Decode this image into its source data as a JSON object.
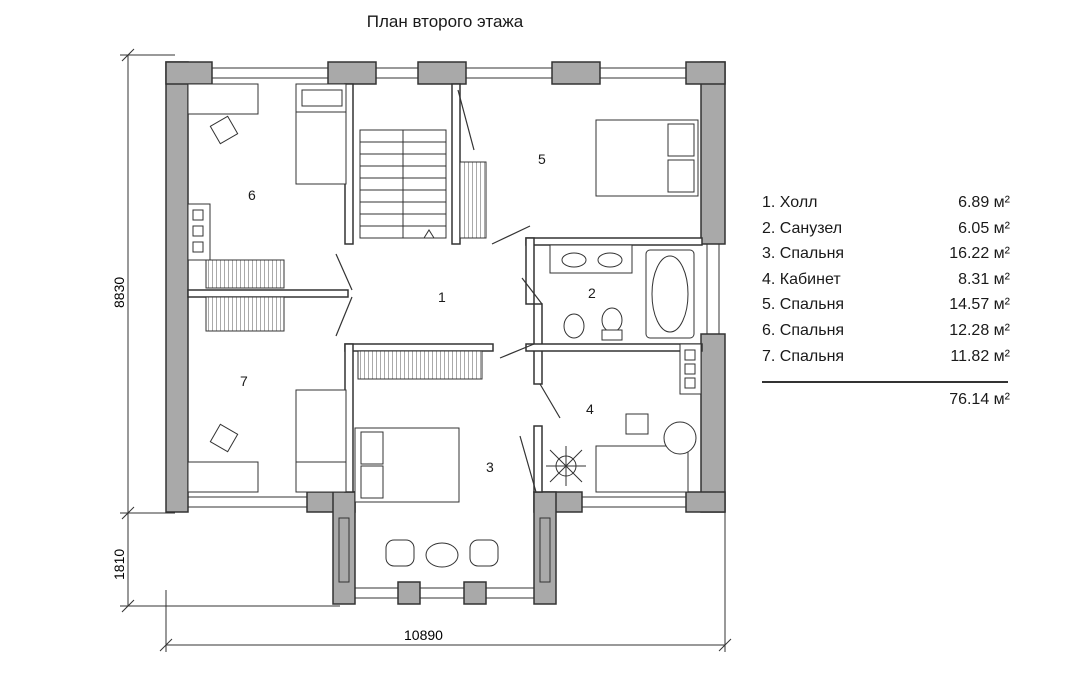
{
  "title": "План второго этажа",
  "rooms": [
    {
      "number": "1",
      "name": "Холл",
      "area": "6.89 м²"
    },
    {
      "number": "2",
      "name": "Санузел",
      "area": "6.05 м²"
    },
    {
      "number": "3",
      "name": "Спальня",
      "area": "16.22 м²"
    },
    {
      "number": "4",
      "name": "Кабинет",
      "area": "8.31 м²"
    },
    {
      "number": "5",
      "name": "Спальня",
      "area": "14.57 м²"
    },
    {
      "number": "6",
      "name": "Спальня",
      "area": "12.28 м²"
    },
    {
      "number": "7",
      "name": "Спальня",
      "area": "11.82 м²"
    }
  ],
  "total_area": "76.14 м²",
  "dimensions": {
    "width": "10890",
    "height_main": "8830",
    "height_bay": "1810"
  },
  "colors": {
    "wall": "#a9a9a9",
    "line": "#333333"
  }
}
